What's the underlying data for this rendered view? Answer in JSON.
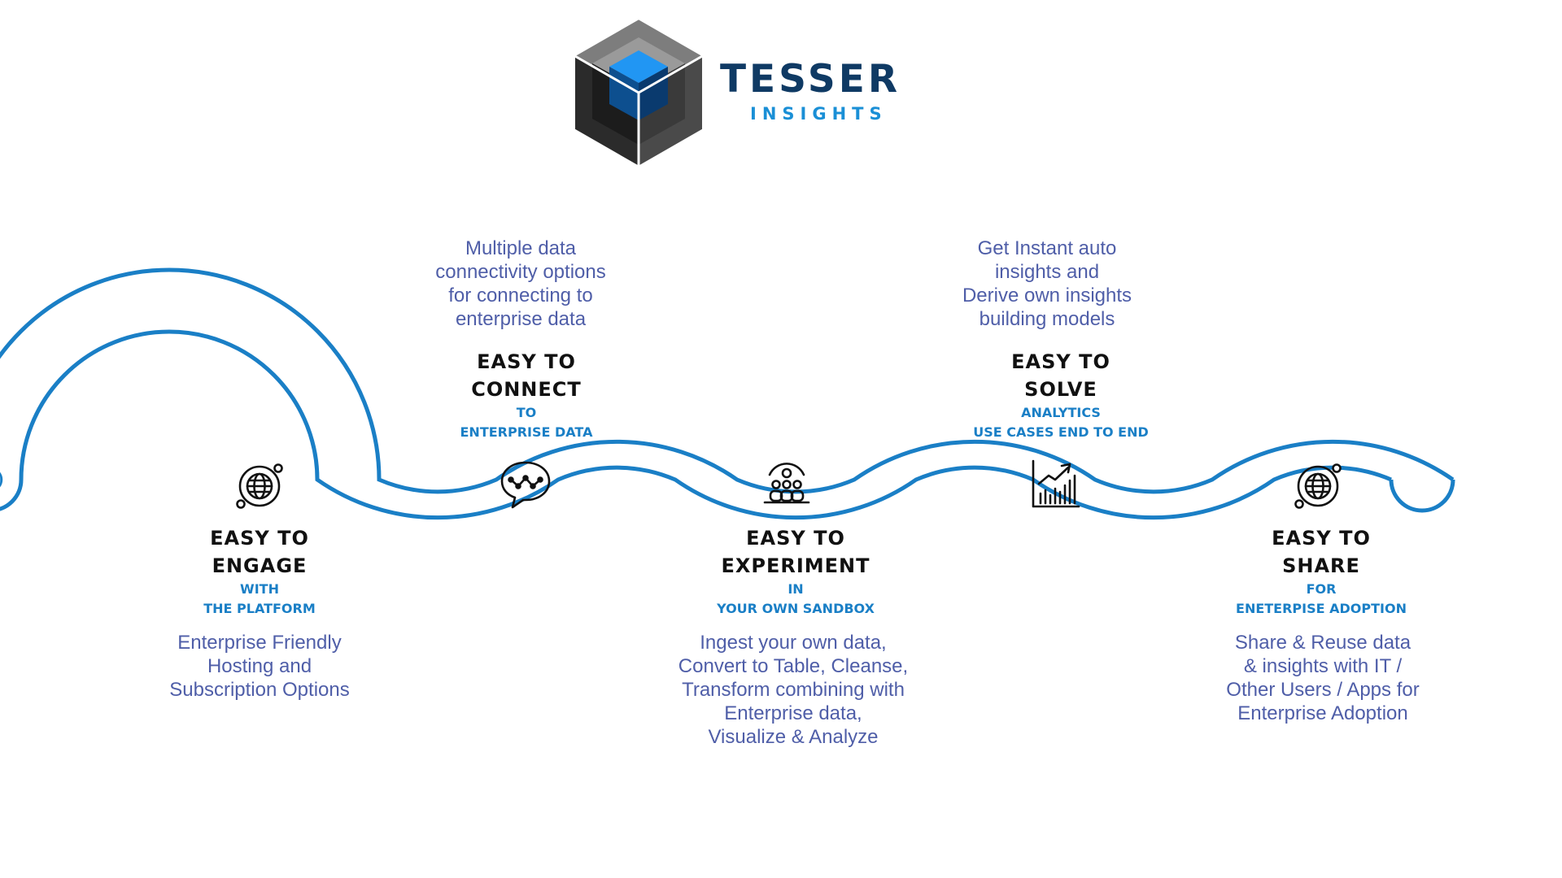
{
  "brand": {
    "name": "TESSER",
    "tagline": "INSIGHTS"
  },
  "colors": {
    "path": "#1a7fc6",
    "accent": "#1a7fc6",
    "brand_dark": "#0f3a64",
    "brand_light": "#1a8fd6",
    "description": "#4f5ea8",
    "start_dot": "#4aa3ea"
  },
  "steps": [
    {
      "icon": "globe-gear-icon",
      "title_line1": "EASY TO",
      "title_line2": "ENGAGE",
      "sub_line1": "WITH",
      "sub_line2": "THE PLATFORM",
      "description": [
        "Enterprise Friendly",
        "Hosting and",
        "Subscription Options"
      ]
    },
    {
      "icon": "chat-connect-icon",
      "title_line1": "EASY TO",
      "title_line2": "CONNECT",
      "sub_line1": "TO",
      "sub_line2": "ENTERPRISE DATA",
      "description": [
        "Multiple data",
        "connectivity options",
        "for connecting to",
        "enterprise data"
      ]
    },
    {
      "icon": "team-icon",
      "title_line1": "EASY TO",
      "title_line2": "EXPERIMENT",
      "sub_line1": "IN",
      "sub_line2": "YOUR OWN SANDBOX",
      "description": [
        "Ingest your own data,",
        "Convert to Table, Cleanse,",
        "Transform combining with",
        "Enterprise data,",
        "Visualize & Analyze"
      ]
    },
    {
      "icon": "growth-chart-icon",
      "title_line1": "EASY TO",
      "title_line2": "SOLVE",
      "sub_line1": "ANALYTICS",
      "sub_line2": "USE CASES END TO END",
      "description": [
        "Get Instant auto",
        "insights and",
        "Derive own insights",
        "building models"
      ]
    },
    {
      "icon": "globe-gear-icon",
      "title_line1": "EASY TO",
      "title_line2": "SHARE",
      "sub_line1": "FOR",
      "sub_line2": "ENETERPISE ADOPTION",
      "description": [
        "Share & Reuse data",
        "& insights with IT /",
        "Other Users / Apps for",
        "Enterprise Adoption"
      ]
    }
  ]
}
